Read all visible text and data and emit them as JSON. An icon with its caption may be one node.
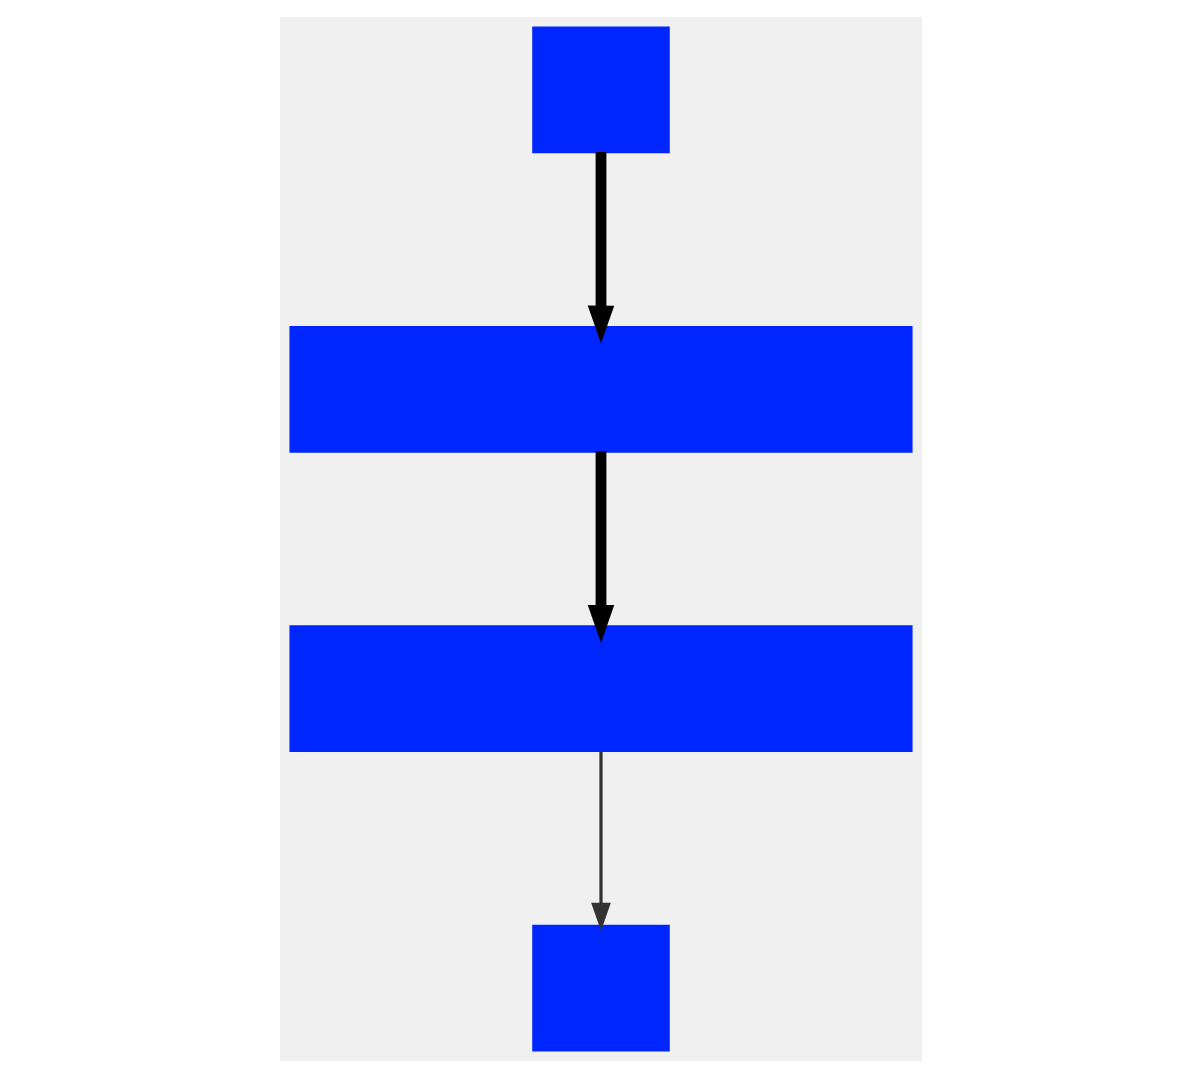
{
  "diagram": {
    "nodes": [
      {
        "text": [],
        "shape": "box"
      },
      {
        "text": [],
        "shape": "box"
      },
      {
        "text": [],
        "shape": "box"
      },
      {
        "text": [],
        "shape": "box"
      }
    ],
    "edges": [
      {
        "from": 0,
        "to": 1,
        "arrow": "to"
      },
      {
        "from": 1,
        "to": 2,
        "arrow": "to"
      },
      {
        "from": 2,
        "to": 3,
        "arrow": "to",
        "color": "#333333"
      }
    ]
  }
}
